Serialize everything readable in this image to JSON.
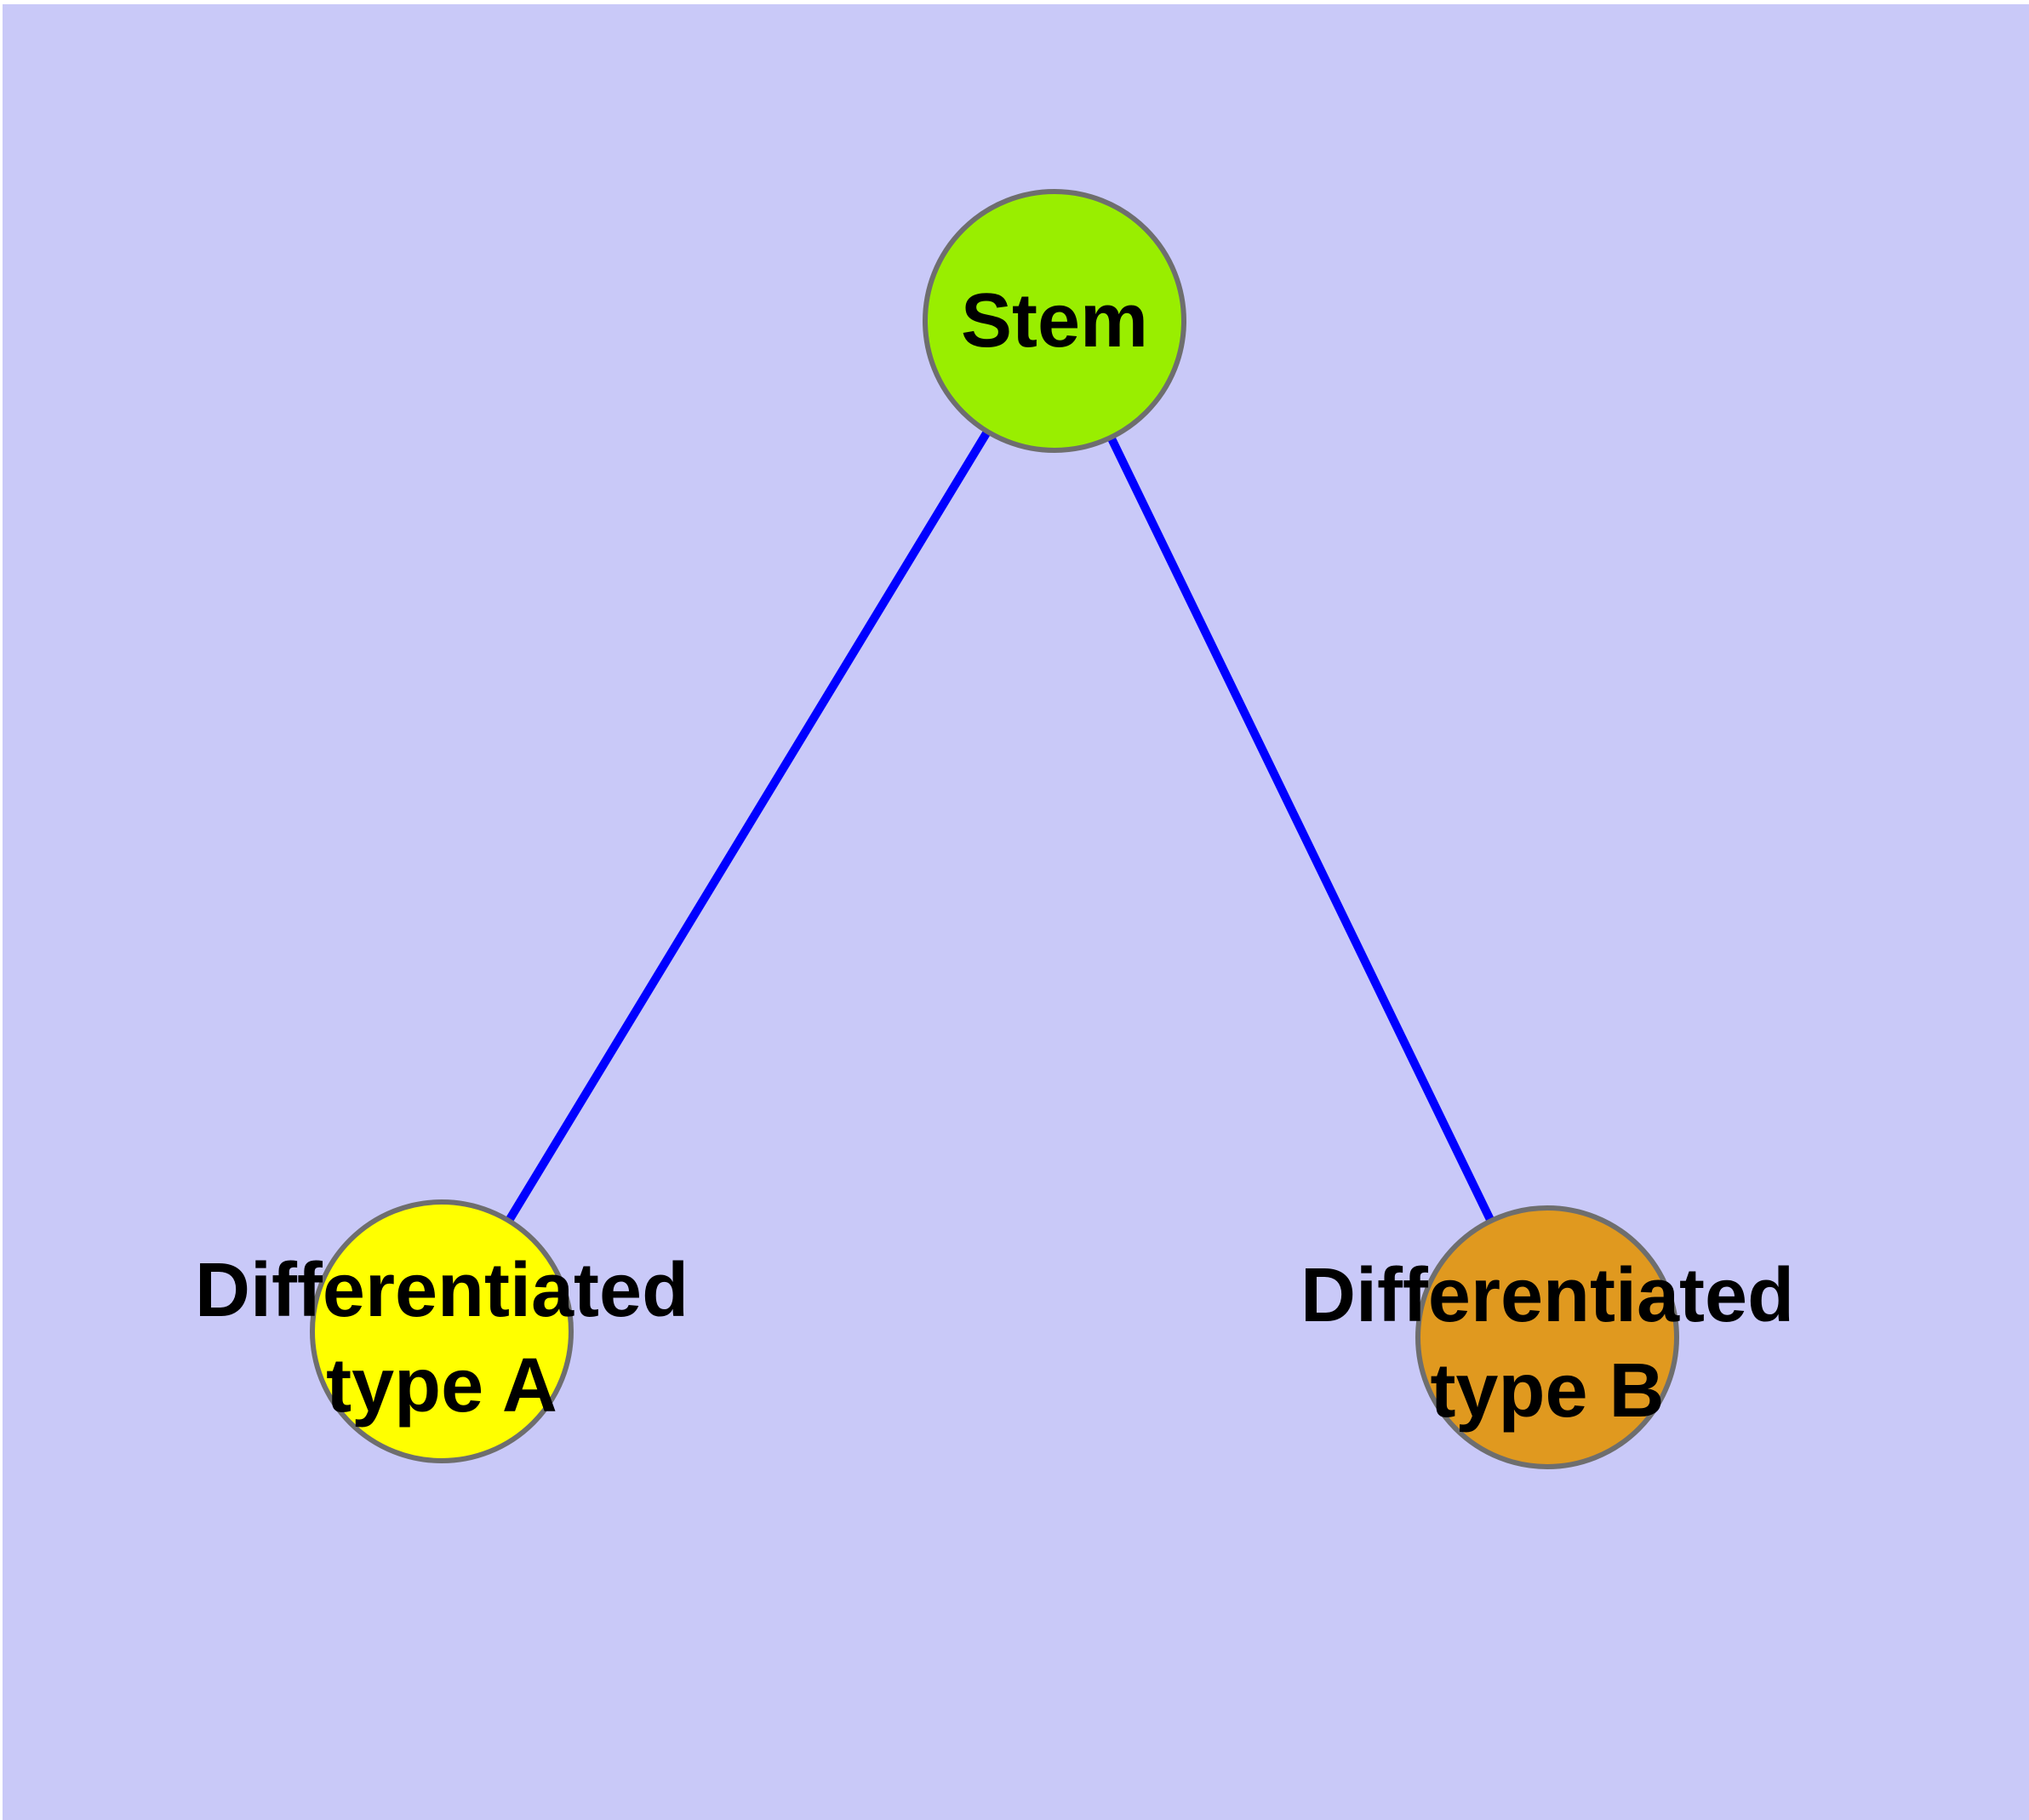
{
  "diagram": {
    "type": "graph",
    "background_color": "#c9c9f8",
    "frame_color": "#ffffff",
    "edge_color": "#0000ff",
    "node_border_color": "#6e6e6e",
    "label_color": "#000000",
    "nodes": [
      {
        "id": "stem",
        "label_lines": [
          "Stem"
        ],
        "fill": "#99ee00"
      },
      {
        "id": "differentiated-type-a",
        "label_lines": [
          "Differentiated",
          "type A"
        ],
        "fill": "#ffff00"
      },
      {
        "id": "differentiated-type-b",
        "label_lines": [
          "Differentiated",
          "type B"
        ],
        "fill": "#e0991f"
      }
    ],
    "edges": [
      {
        "from": "stem",
        "to": "differentiated-type-a"
      },
      {
        "from": "stem",
        "to": "differentiated-type-b"
      }
    ]
  }
}
